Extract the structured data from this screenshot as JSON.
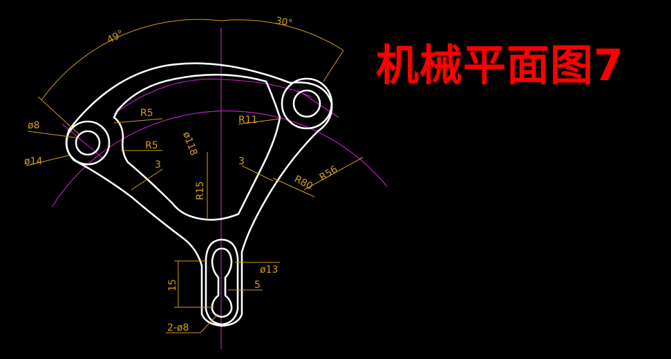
{
  "title": "机械平面图7",
  "dimensions": {
    "angle_left": "49°",
    "angle_right": "30°",
    "dia_left_inner": "ø8",
    "dia_left_outer": "ø14",
    "r5_top": "R5",
    "r5_bottom": "R5",
    "wall_left": "3",
    "dia_118": "ø118",
    "r15": "R15",
    "r11": "R11",
    "wall_right": "3",
    "r80": "R80",
    "r56": "R56",
    "dia_13": "ø13",
    "slot_len": "15",
    "slot_gap": "5",
    "holes": "2-ø8"
  },
  "colors": {
    "background": "#000000",
    "geometry": "#ffffff",
    "dimension": "#d4a017",
    "centerline": "#cc22cc",
    "title": "#ff0000"
  }
}
